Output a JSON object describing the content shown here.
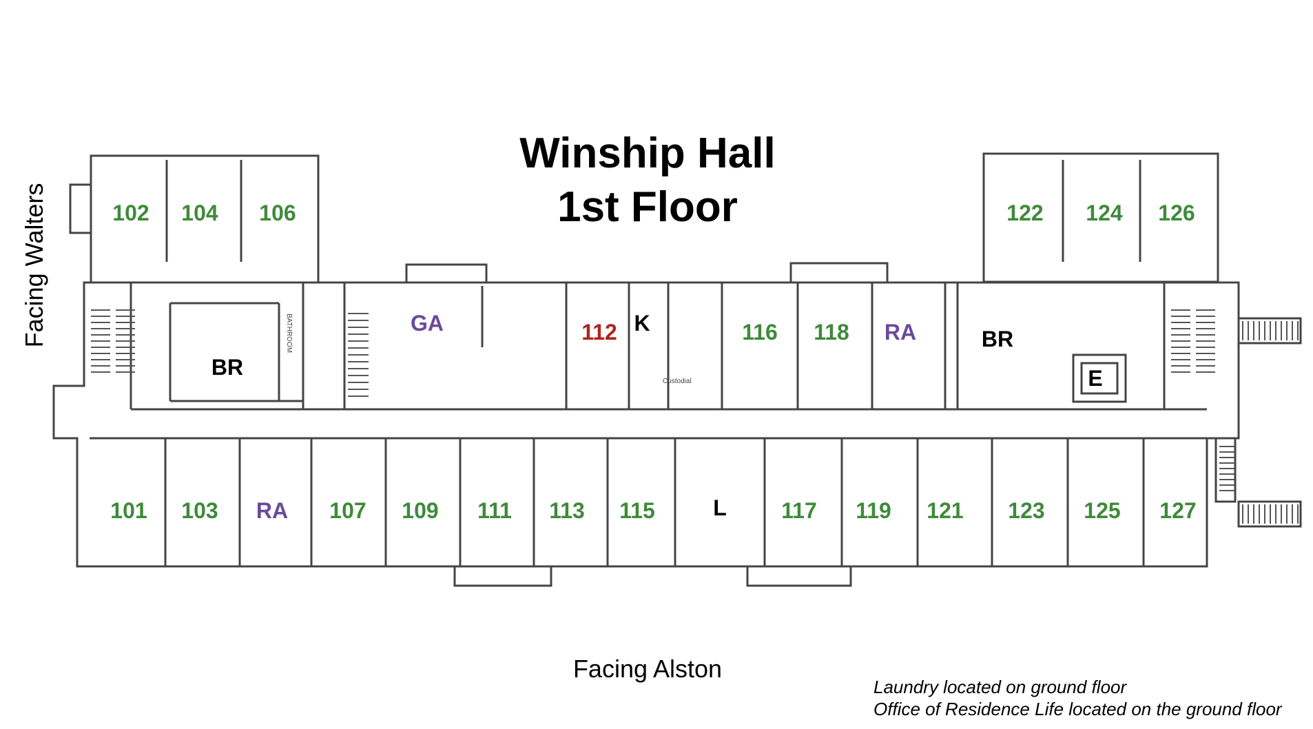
{
  "title": {
    "line1": "Winship Hall",
    "line2": "1st Floor"
  },
  "facing": {
    "left": "Facing Walters",
    "bottom": "Facing Alston"
  },
  "notes": [
    "Laundry located on ground floor",
    "Office of Residence Life located on the ground floor"
  ],
  "colors": {
    "room": "#3f8a3a",
    "staff": "#6a4a9c",
    "special": "#b0241e",
    "facility": "#000000",
    "wall": "#444444"
  },
  "rooms": [
    {
      "label": "102",
      "kind": "room"
    },
    {
      "label": "104",
      "kind": "room"
    },
    {
      "label": "106",
      "kind": "room"
    },
    {
      "label": "122",
      "kind": "room"
    },
    {
      "label": "124",
      "kind": "room"
    },
    {
      "label": "126",
      "kind": "room"
    },
    {
      "label": "GA",
      "kind": "staff"
    },
    {
      "label": "112",
      "kind": "special"
    },
    {
      "label": "K",
      "kind": "facility"
    },
    {
      "label": "116",
      "kind": "room"
    },
    {
      "label": "118",
      "kind": "room"
    },
    {
      "label": "RA",
      "kind": "staff"
    },
    {
      "label": "BR",
      "kind": "facility"
    },
    {
      "label": "BR",
      "kind": "facility"
    },
    {
      "label": "E",
      "kind": "facility"
    },
    {
      "label": "101",
      "kind": "room"
    },
    {
      "label": "103",
      "kind": "room"
    },
    {
      "label": "RA",
      "kind": "staff"
    },
    {
      "label": "107",
      "kind": "room"
    },
    {
      "label": "109",
      "kind": "room"
    },
    {
      "label": "111",
      "kind": "room"
    },
    {
      "label": "113",
      "kind": "room"
    },
    {
      "label": "115",
      "kind": "room"
    },
    {
      "label": "L",
      "kind": "facility"
    },
    {
      "label": "117",
      "kind": "room"
    },
    {
      "label": "119",
      "kind": "room"
    },
    {
      "label": "121",
      "kind": "room"
    },
    {
      "label": "123",
      "kind": "room"
    },
    {
      "label": "125",
      "kind": "room"
    },
    {
      "label": "127",
      "kind": "room"
    }
  ],
  "small_labels": {
    "bathroom": "BATHROOM",
    "custodial": "Custodial"
  }
}
